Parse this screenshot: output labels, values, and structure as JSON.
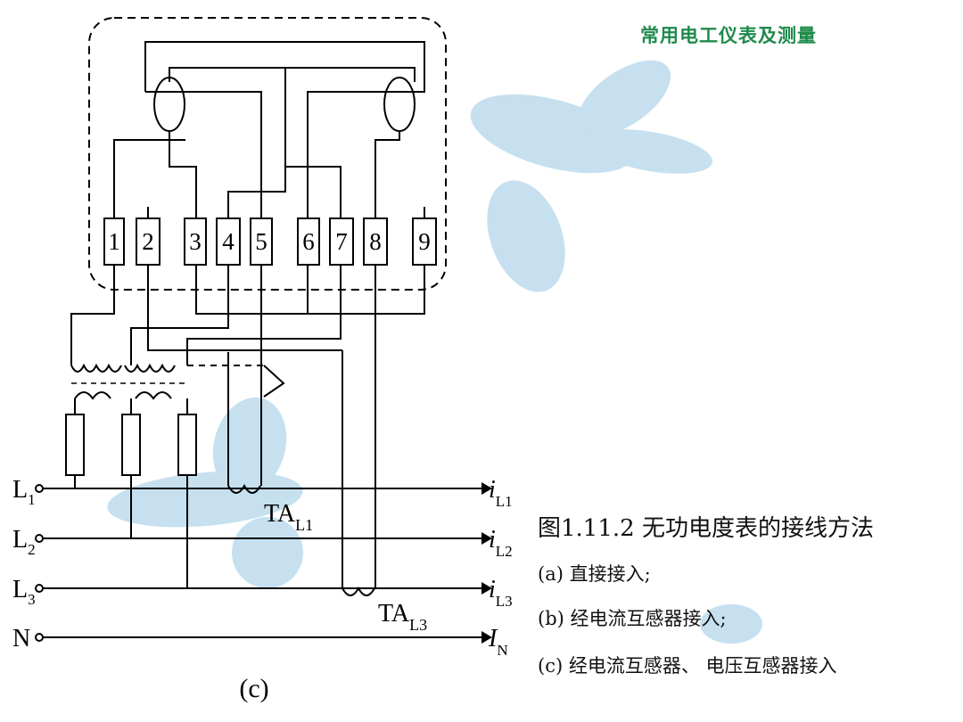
{
  "header": {
    "title": "常用电工仪表及测量"
  },
  "terminals": [
    "1",
    "2",
    "3",
    "4",
    "5",
    "6",
    "7",
    "8",
    "9"
  ],
  "lines": [
    {
      "label": "L",
      "sub": "1",
      "current": "i",
      "current_sub": "L1"
    },
    {
      "label": "L",
      "sub": "2",
      "current": "i",
      "current_sub": "L2"
    },
    {
      "label": "L",
      "sub": "3",
      "current": "i",
      "current_sub": "L3"
    },
    {
      "label": "N",
      "sub": "",
      "current": "I",
      "current_sub": "N"
    }
  ],
  "ct_labels": [
    {
      "main": "TA",
      "sub": "L1"
    },
    {
      "main": "TA",
      "sub": "L3"
    }
  ],
  "figure_tag": "(c)",
  "caption": {
    "title": "图1.11.2 无功电度表的接线方法",
    "a": "(a) 直接接入;",
    "b": "(b) 经电流互感器接入;",
    "c": "(c)  经电流互感器、 电压互感器接入"
  },
  "colors": {
    "header": "#1f8a4c",
    "watermark": "#7fb9dc",
    "wire": "#000000"
  }
}
